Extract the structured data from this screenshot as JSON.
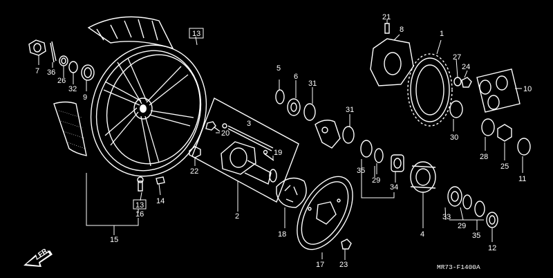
{
  "diagram": {
    "callouts": {
      "c1": "1",
      "c2": "2",
      "c3": "3",
      "c4": "4",
      "c5": "5",
      "c6": "6",
      "c7": "7",
      "c8": "8",
      "c9": "9",
      "c10": "10",
      "c11": "11",
      "c12": "12",
      "c13a": "13",
      "c13b": "13",
      "c14": "14",
      "c15": "15",
      "c16": "16",
      "c17": "17",
      "c18": "18",
      "c19": "19",
      "c20": "20",
      "c21": "21",
      "c22": "22",
      "c23": "23",
      "c24": "24",
      "c25": "25",
      "c26": "26",
      "c27": "27",
      "c28": "28",
      "c29a": "29",
      "c29b": "29",
      "c30": "30",
      "c31a": "31",
      "c31b": "31",
      "c32": "32",
      "c33": "33",
      "c34": "34",
      "c35a": "35",
      "c35b": "35",
      "c36": "36"
    },
    "front_arrow": "FR.",
    "reference_code": "MR73-F1400A"
  }
}
